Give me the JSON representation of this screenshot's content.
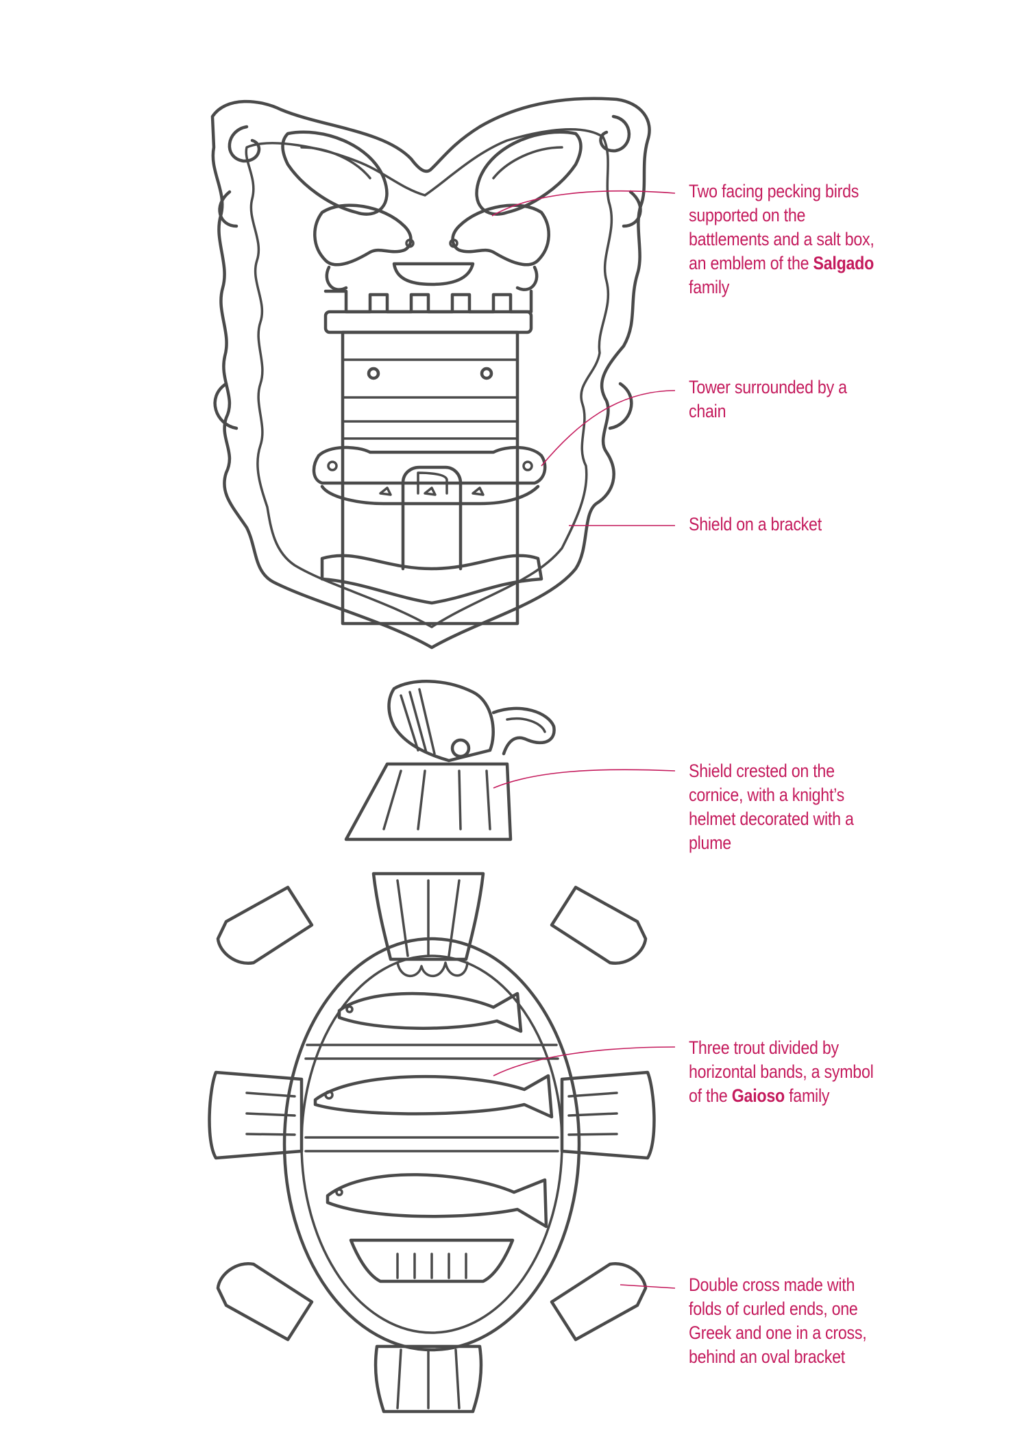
{
  "callouts": {
    "birds": {
      "before": "Two facing pecking birds supported on the battlements and a salt box, an emblem of the ",
      "family": "Salgado",
      "after": " family"
    },
    "tower": {
      "text": "Tower surrounded by a chain"
    },
    "bracket": {
      "text": "Shield on a bracket"
    },
    "helmet": {
      "text": "Shield crested on the cornice, with a knight’s helmet decorated with a plume"
    },
    "trout": {
      "before": "Three trout divided by horizontal bands, a symbol of the ",
      "family": "Gaioso",
      "after": " family"
    },
    "cross": {
      "text": "Double cross made with folds of curled ends, one Greek and one in a cross, behind an oval bracket"
    }
  },
  "colors": {
    "accent": "#c41a5c",
    "line": "#4a4a4a",
    "background": "#ffffff"
  }
}
